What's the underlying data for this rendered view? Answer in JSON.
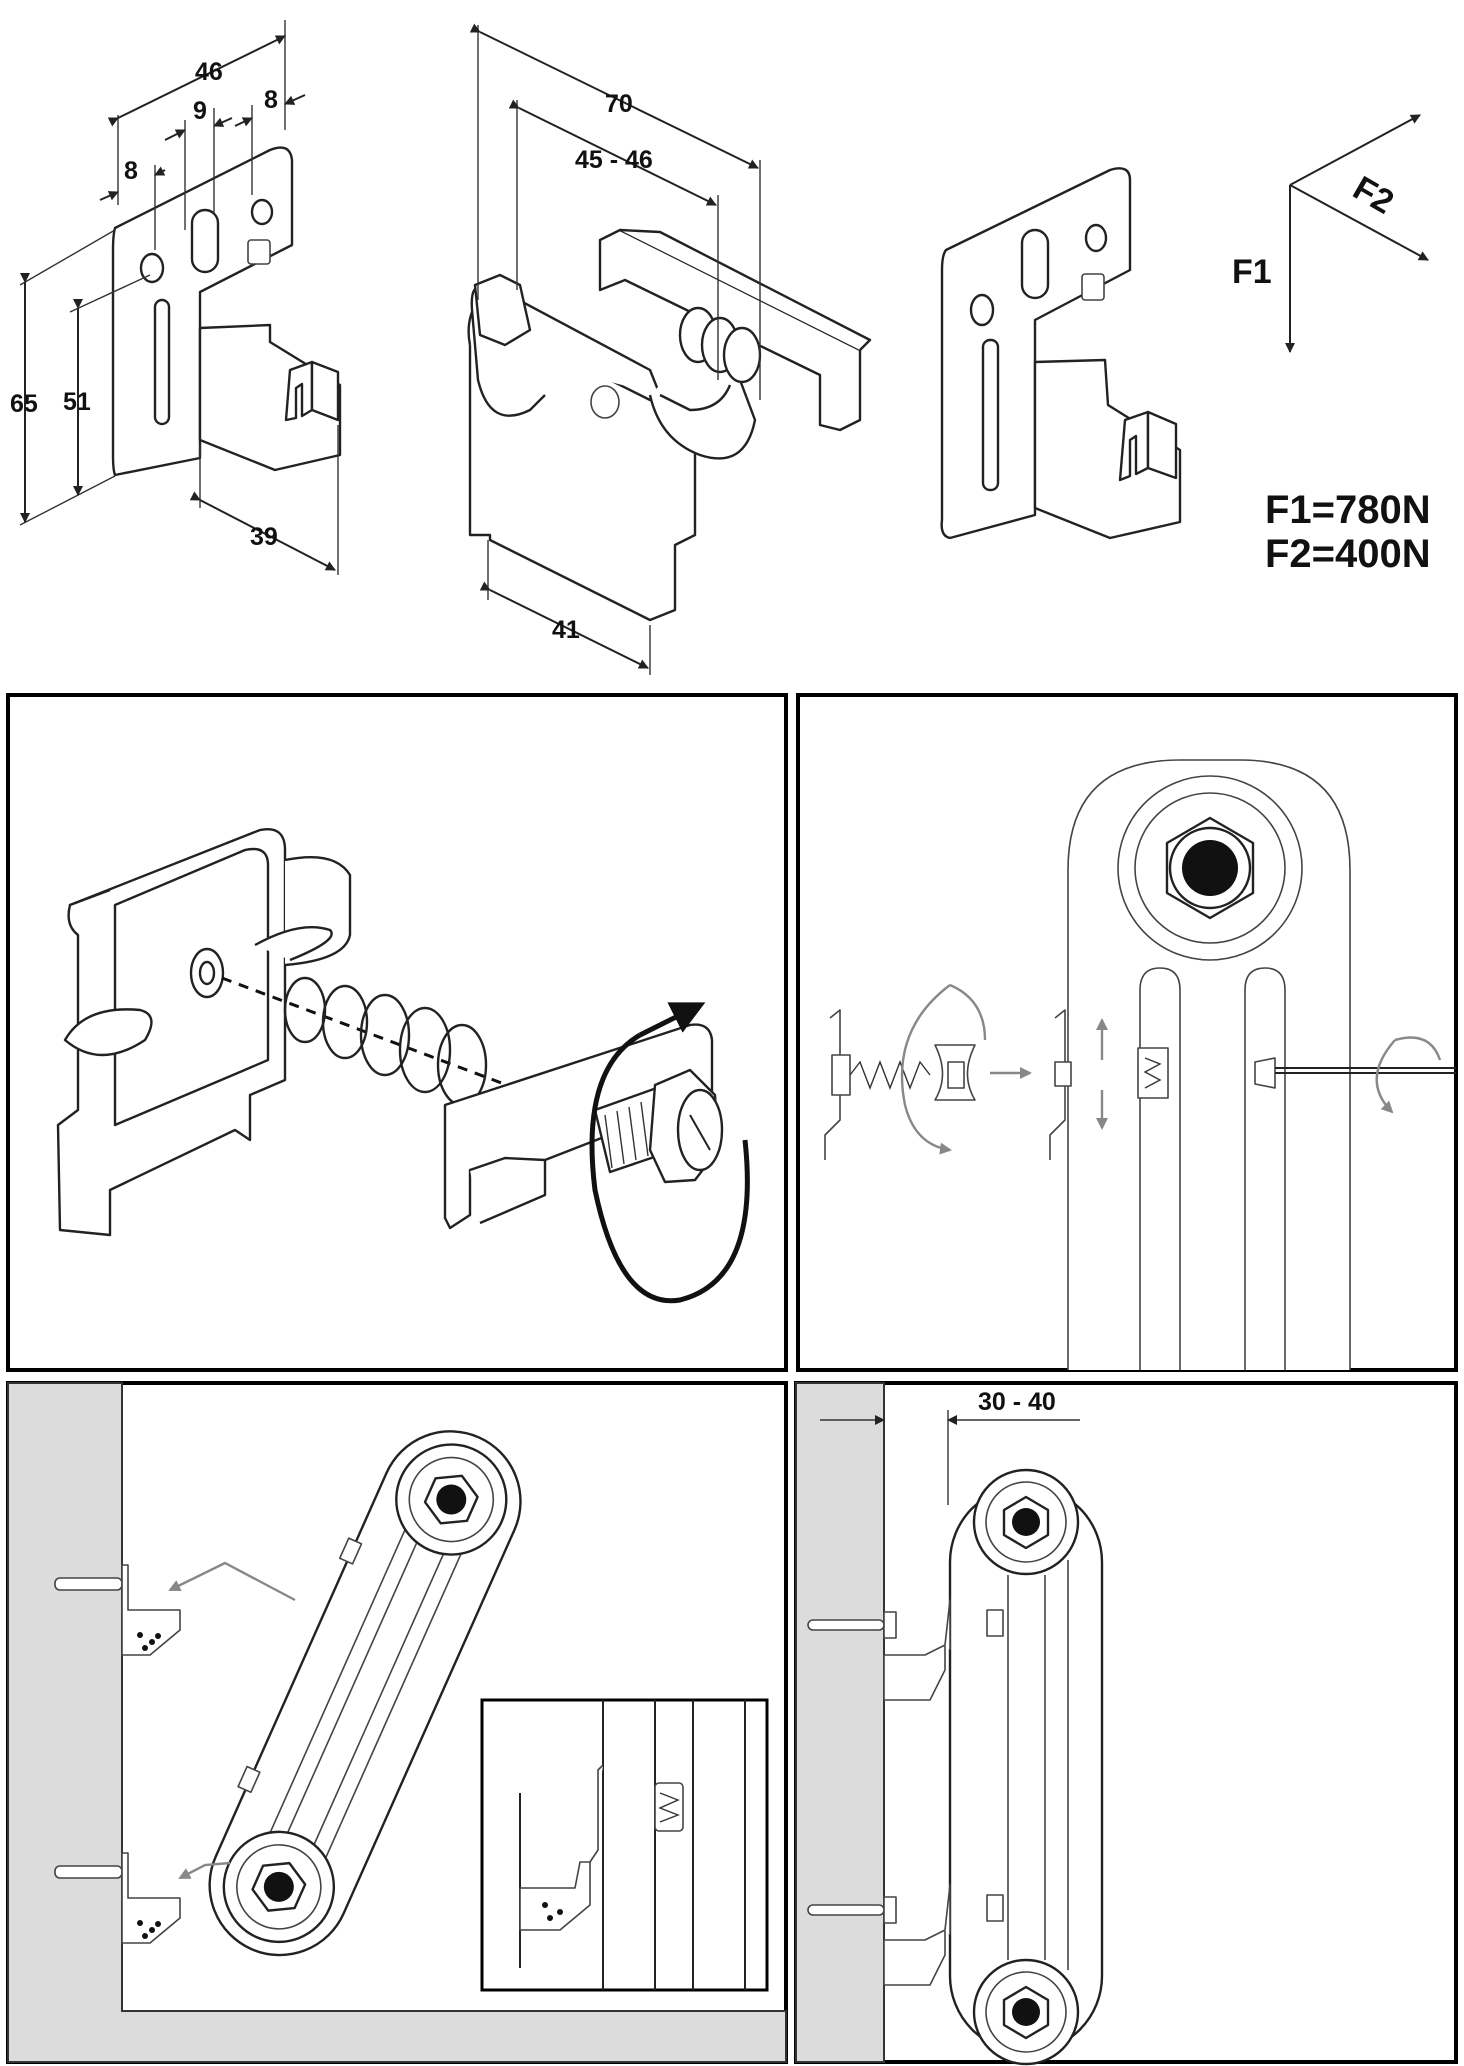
{
  "top_row": {
    "bracket_dims": {
      "w46": "46",
      "w9": "9",
      "w8_right": "8",
      "w8_left": "8",
      "h65": "65",
      "h51": "51",
      "d39": "39"
    },
    "clip_dims": {
      "w70": "70",
      "w45_46": "45 - 46",
      "w41": "41"
    },
    "forces": {
      "f1_axis": "F1",
      "f2_axis": "F2",
      "f1_value": "F1=780N",
      "f2_value": "F2=400N"
    }
  },
  "bottom_right": {
    "gap_dim": "30 - 40"
  },
  "colors": {
    "line": "#222222",
    "wall": "#dcdcdc",
    "frame": "#000000",
    "arrow_grey": "#888888"
  },
  "icons": [
    "mounting-bracket-icon",
    "spring-clip-icon",
    "screw-icon",
    "radiator-section-icon",
    "wall-icon"
  ]
}
